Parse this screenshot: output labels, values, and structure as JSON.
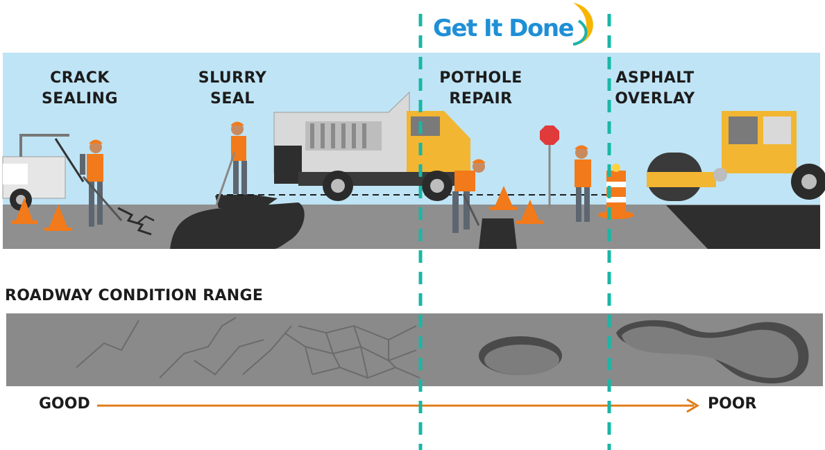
{
  "brand": {
    "name": "Get It Done",
    "color": "#1f8fd6",
    "accent_color": "#f7b500",
    "accent_color_2": "#1ab3b0"
  },
  "stages": [
    {
      "line1": "CRACK",
      "line2": "SEALING"
    },
    {
      "line1": "SLURRY",
      "line2": "SEAL"
    },
    {
      "line1": "POTHOLE",
      "line2": "REPAIR"
    },
    {
      "line1": "ASPHALT",
      "line2": "OVERLAY"
    }
  ],
  "range": {
    "title": "ROADWAY CONDITION RANGE",
    "start_label": "GOOD",
    "end_label": "POOR",
    "arrow_color": "#e07b17"
  },
  "colors": {
    "sky": "#bfe4f5",
    "road": "#8a8a8a",
    "asphalt": "#2e2e2e",
    "divider": "#18b7a6",
    "cone": "#f27a1a",
    "truck": "#f2b632"
  },
  "icons": [
    "roller-icon",
    "dump-truck-icon",
    "stop-sign-icon",
    "traffic-cone-icon",
    "barrel-icon",
    "worker-icon"
  ]
}
